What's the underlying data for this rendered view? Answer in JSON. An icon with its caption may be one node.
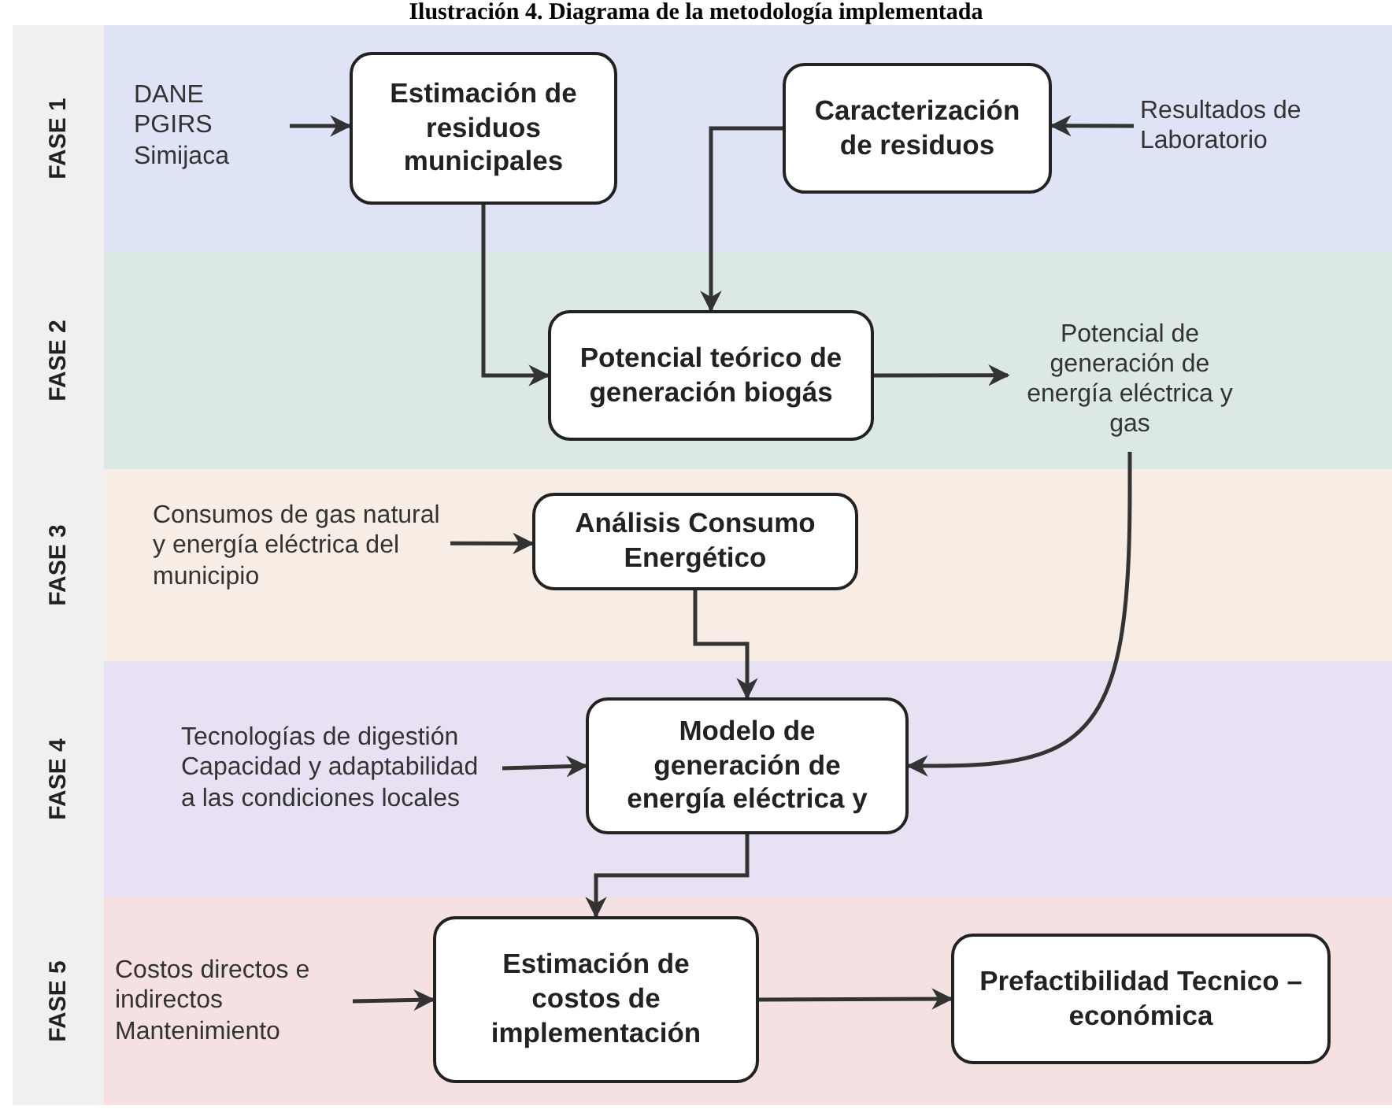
{
  "diagram": {
    "title": "Ilustración 4. Diagrama de la metodología implementada",
    "nodes": [
      {
        "text": [
          "FASE 1"
        ]
      },
      {
        "text": [
          "DANE PGIRS Simijaca"
        ],
        "in": 0
      },
      {
        "text": [
          "Estimación de residuos municipales"
        ],
        "in": 0
      },
      {
        "text": [
          "Caracterización de residuos"
        ],
        "in": 0
      },
      {
        "text": [
          "Resultados de Laboratorio"
        ],
        "in": 0
      },
      {
        "text": [
          "FASE 2"
        ]
      },
      {
        "text": [
          "Potencial teórico de generación biogás"
        ],
        "in": 5
      },
      {
        "text": [
          "Potencial de generación de energía eléctrica y gas"
        ],
        "in": 5
      },
      {
        "text": [
          "FASE 3"
        ]
      },
      {
        "text": [
          "Consumos de gas natural y energía eléctrica del municipio"
        ],
        "in": 8
      },
      {
        "text": [
          "Análisis Consumo Energético"
        ],
        "in": 8
      },
      {
        "text": [
          "FASE 4"
        ]
      },
      {
        "text": [
          "Tecnologías de digestión Capacidad y adaptabilidad a las condiciones locales"
        ],
        "in": 11
      },
      {
        "text": [
          "Modelo de generación de energía eléctrica y"
        ],
        "in": 11
      },
      {
        "text": [
          "FASE 5"
        ]
      },
      {
        "text": [
          "Costos directos e indirectos Mantenimiento"
        ],
        "in": 14
      },
      {
        "text": [
          "Estimación de costos de implementación"
        ],
        "in": 14
      },
      {
        "text": [
          "Prefactibilidad Tecnico – económica"
        ],
        "in": 14
      }
    ],
    "edges": [
      {
        "from": 1,
        "to": 2,
        "arrow": "to"
      },
      {
        "from": 4,
        "to": 3,
        "arrow": "to"
      },
      {
        "from": 2,
        "to": 6,
        "arrow": "to"
      },
      {
        "from": 3,
        "to": 6,
        "arrow": "to"
      },
      {
        "from": 6,
        "to": 7,
        "arrow": "to"
      },
      {
        "from": 7,
        "to": 13,
        "arrow": "to"
      },
      {
        "from": 9,
        "to": 10,
        "arrow": "to"
      },
      {
        "from": 10,
        "to": 13,
        "arrow": "to"
      },
      {
        "from": 12,
        "to": 13,
        "arrow": "to"
      },
      {
        "from": 13,
        "to": 16,
        "arrow": "to"
      },
      {
        "from": 15,
        "to": 16,
        "arrow": "to"
      },
      {
        "from": 16,
        "to": 17,
        "arrow": "to"
      }
    ]
  }
}
